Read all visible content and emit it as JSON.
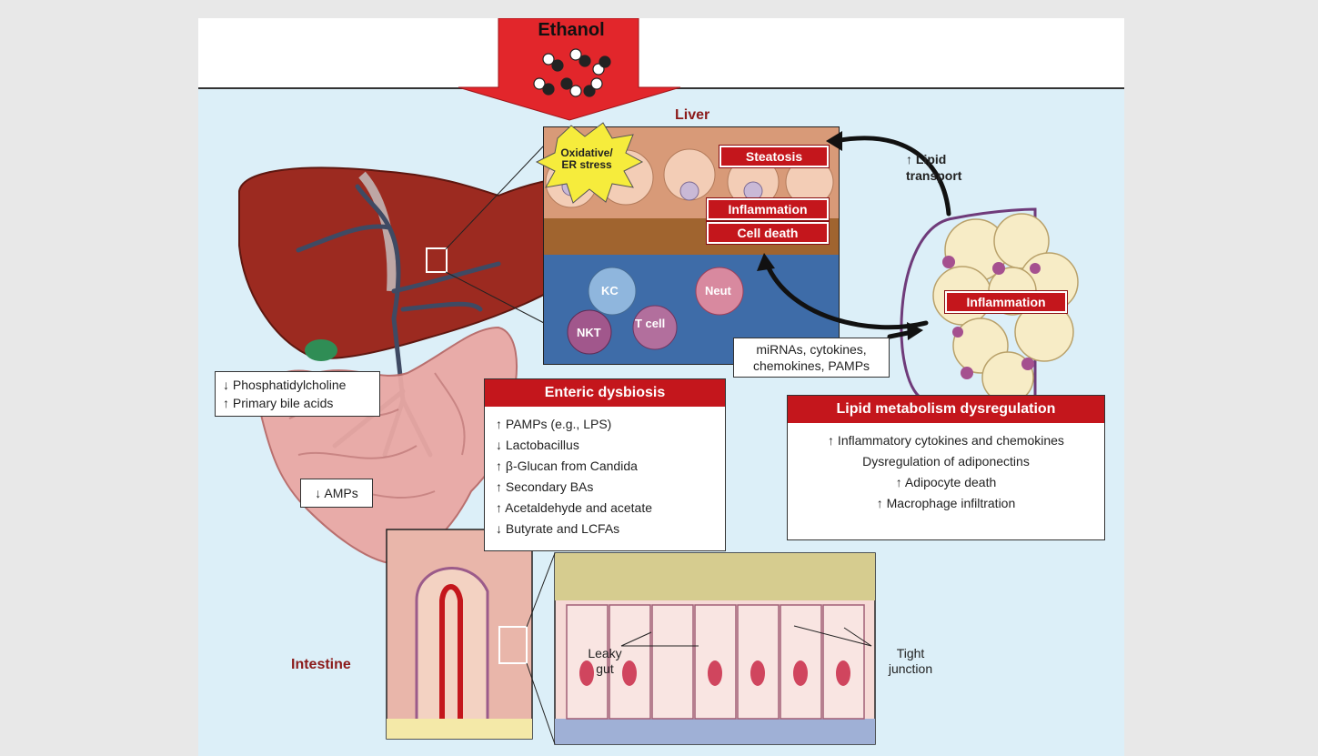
{
  "figure": {
    "ethanol_label": "Ethanol",
    "liver_label": "Liver",
    "intestine_label": "Intestine",
    "oxidative_stress": "Oxidative/ ER stress",
    "liver_tags": [
      "Steatosis",
      "Inflammation",
      "Cell death"
    ],
    "adipose_tag": "Inflammation",
    "lipid_transport": "↑ Lipid transport",
    "immune_cells": [
      "KC",
      "Neut",
      "NKT",
      "T cell"
    ],
    "mirna_box": [
      "miRNAs, cytokines,",
      "chemokines, PAMPs"
    ],
    "bile_box": [
      "↓ Phosphatidylcholine",
      "↑ Primary bile acids"
    ],
    "amps_box": "↓ AMPs",
    "leaky_gut": "Leaky gut",
    "tight_junction": "Tight junction"
  },
  "enteric": {
    "title": "Enteric dysbiosis",
    "items": [
      "↑ PAMPs (e.g., LPS)",
      "↓ Lactobacillus",
      "↑ β-Glucan from Candida",
      "↑ Secondary BAs",
      "↑ Acetaldehyde and acetate",
      "↓ Butyrate and LCFAs"
    ]
  },
  "lipid": {
    "title": "Lipid metabolism dysregulation",
    "items": [
      "↑ Inflammatory cytokines and chemokines",
      "Dysregulation of adiponectins",
      "↑ Adipocyte death",
      "↑ Macrophage infiltration"
    ]
  },
  "colors": {
    "accent_red": "#c4161c",
    "panel_blue": "#dceff8",
    "label_maroon": "#8b1a1a"
  }
}
